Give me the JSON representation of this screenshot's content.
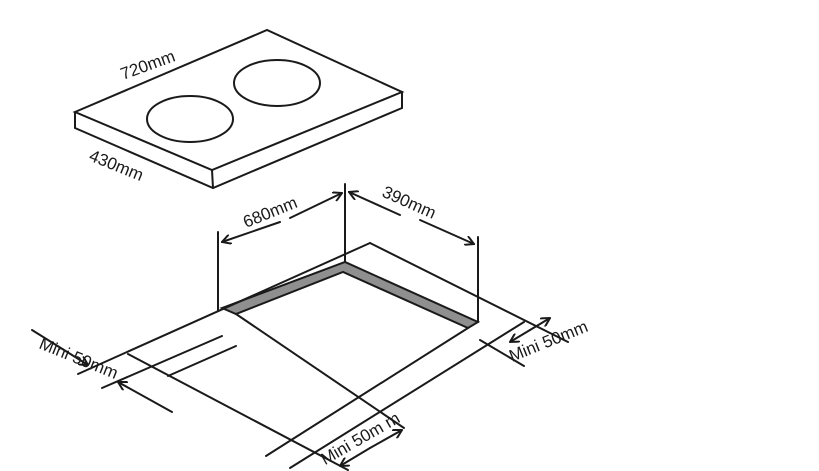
{
  "hob": {
    "width_label": "720mm",
    "depth_label": "430mm"
  },
  "cutout": {
    "width_label": "680mm",
    "depth_label": "390mm"
  },
  "clearances": {
    "left": "Mini 50mm",
    "front": "Mini 50m m",
    "right": "Mini 50mm"
  },
  "colors": {
    "line": "#1a1a1a",
    "cutout_edge": "#8f8f8f"
  }
}
